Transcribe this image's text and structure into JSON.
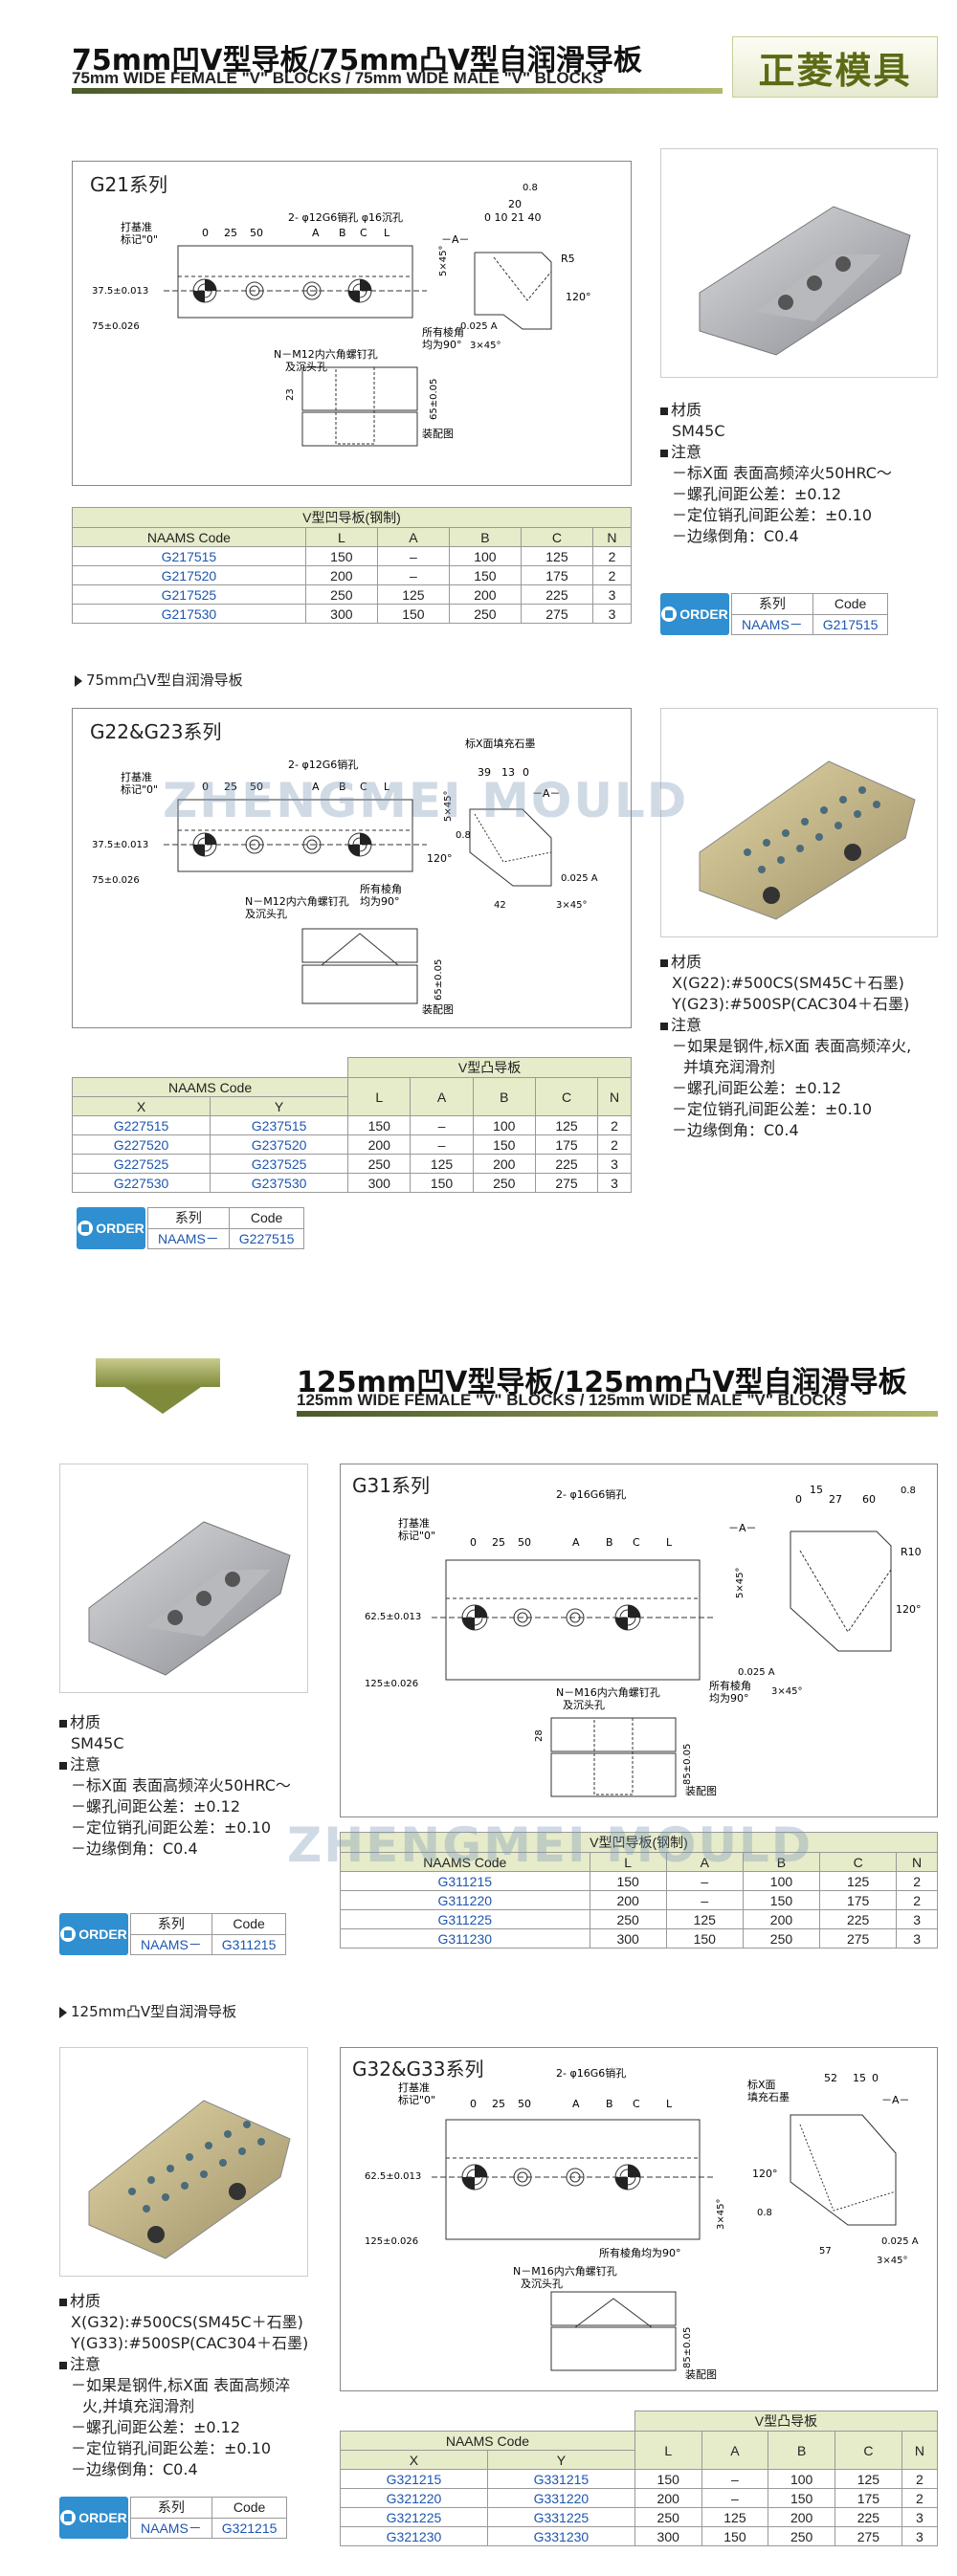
{
  "section1": {
    "title": "75mm凹V型导板/75mm凸V型自润滑导板",
    "subtitle": "75mm WIDE FEMALE \"V\" BLOCKS / 75mm WIDE MALE \"V\" BLOCKS",
    "brand": "正菱模具"
  },
  "g21": {
    "series": "G21系列",
    "labels": {
      "datum": "打基准",
      "datum2": "标记\"0\"",
      "pin": "2- φ12G6销孔 φ16沉孔",
      "screw": "N－M12内六角螺钉孔",
      "screw2": "及沉头孔",
      "edge": "所有棱角",
      "edge2": "均为90°",
      "assembly": "装配图",
      "d1": "37.5±0.013",
      "d2": "75±0.026",
      "d0": "0",
      "d25": "25",
      "d50": "50",
      "dA": "A",
      "dB": "B",
      "dC": "C",
      "dL": "L",
      "top_dims": "20",
      "top_dims2": "0 10 21 40",
      "refA": "－A－",
      "r5": "R5",
      "a120": "120°",
      "tol": "0.025 A",
      "cham": "3×45°",
      "cham5": "5×45°",
      "h23": "23",
      "h65": "65±0.05",
      "ra": "0.8"
    },
    "material_label": "材质",
    "material": "SM45C",
    "notes_label": "注意",
    "notes": [
      "－标X面 表面高频淬火50HRC～",
      "－螺孔间距公差：±0.12",
      "－定位销孔间距公差：±0.10",
      "－边缘倒角：C0.4"
    ],
    "table_caption": "V型凹导板(钢制)",
    "headers": [
      "NAAMS Code",
      "L",
      "A",
      "B",
      "C",
      "N"
    ],
    "rows": [
      [
        "G217515",
        "150",
        "–",
        "100",
        "125",
        "2"
      ],
      [
        "G217520",
        "200",
        "–",
        "150",
        "175",
        "2"
      ],
      [
        "G217525",
        "250",
        "125",
        "200",
        "225",
        "3"
      ],
      [
        "G217530",
        "300",
        "150",
        "250",
        "275",
        "3"
      ]
    ],
    "order": {
      "badge": "ORDER",
      "col1": "系列",
      "col2": "Code",
      "val1": "NAAMS－",
      "val2": "G217515"
    }
  },
  "g22_head": "75mm凸V型自润滑导板",
  "g22": {
    "series": "G22&G23系列",
    "labels": {
      "datum": "打基准",
      "datum2": "标记\"0\"",
      "pin": "2- φ12G6销孔",
      "screw": "N－M12内六角螺钉孔",
      "screw2": "及沉头孔",
      "edge": "所有棱角",
      "edge2": "均为90°",
      "assembly": "装配图",
      "fill": "标X面填充石墨",
      "d1": "37.5±0.013",
      "d2": "75±0.026",
      "d0": "0",
      "d25": "25",
      "d50": "50",
      "dA": "A",
      "dB": "B",
      "dC": "C",
      "dL": "L",
      "d39": "39",
      "d13": "13",
      "d0b": "0",
      "d42": "42",
      "refA": "－A－",
      "a120": "120°",
      "tol": "0.025 A",
      "cham": "3×45°",
      "cham5": "5×45°",
      "h65": "65±0.05",
      "ra": "0.8"
    },
    "material_label": "材质",
    "material": [
      "X(G22):#500CS(SM45C＋石墨)",
      "Y(G23):#500SP(CAC304＋石墨)"
    ],
    "notes_label": "注意",
    "notes": [
      "－如果是钢件,标X面 表面高频淬火,",
      "并填充润滑剂",
      "－螺孔间距公差：±0.12",
      "－定位销孔间距公差：±0.10",
      "－边缘倒角：C0.4"
    ],
    "table_caption": "V型凸导板",
    "naams": "NAAMS Code",
    "x": "X",
    "y": "Y",
    "headers": [
      "L",
      "A",
      "B",
      "C",
      "N"
    ],
    "rows": [
      [
        "G227515",
        "G237515",
        "150",
        "–",
        "100",
        "125",
        "2"
      ],
      [
        "G227520",
        "G237520",
        "200",
        "–",
        "150",
        "175",
        "2"
      ],
      [
        "G227525",
        "G237525",
        "250",
        "125",
        "200",
        "225",
        "3"
      ],
      [
        "G227530",
        "G237530",
        "300",
        "150",
        "250",
        "275",
        "3"
      ]
    ],
    "order": {
      "badge": "ORDER",
      "col1": "系列",
      "col2": "Code",
      "val1": "NAAMS－",
      "val2": "G227515"
    }
  },
  "section2": {
    "title": "125mm凹V型导板/125mm凸V型自润滑导板",
    "subtitle": "125mm WIDE FEMALE \"V\" BLOCKS / 125mm WIDE MALE \"V\" BLOCKS"
  },
  "g31": {
    "series": "G31系列",
    "labels": {
      "datum": "打基准",
      "datum2": "标记\"0\"",
      "pin": "2- φ16G6销孔",
      "screw": "N－M16内六角螺钉孔",
      "screw2": "及沉头孔",
      "edge": "所有棱角",
      "edge2": "均为90°",
      "assembly": "装配图",
      "d1": "62.5±0.013",
      "d2": "125±0.026",
      "d0": "0",
      "d25": "25",
      "d50": "50",
      "dA": "A",
      "dB": "B",
      "dC": "C",
      "dL": "L",
      "td0": "0",
      "td15": "15",
      "td27": "27",
      "td60": "60",
      "refA": "－A－",
      "r10": "R10",
      "a120": "120°",
      "tol": "0.025 A",
      "cham": "3×45°",
      "cham5": "5×45°",
      "h28": "28",
      "h85": "85±0.05",
      "ra": "0.8"
    },
    "material_label": "材质",
    "material": "SM45C",
    "notes_label": "注意",
    "notes": [
      "－标X面 表面高频淬火50HRC～",
      "－螺孔间距公差：±0.12",
      "－定位销孔间距公差：±0.10",
      "－边缘倒角：C0.4"
    ],
    "table_caption": "V型凹导板(钢制)",
    "headers": [
      "NAAMS Code",
      "L",
      "A",
      "B",
      "C",
      "N"
    ],
    "rows": [
      [
        "G311215",
        "150",
        "–",
        "100",
        "125",
        "2"
      ],
      [
        "G311220",
        "200",
        "–",
        "150",
        "175",
        "2"
      ],
      [
        "G311225",
        "250",
        "125",
        "200",
        "225",
        "3"
      ],
      [
        "G311230",
        "300",
        "150",
        "250",
        "275",
        "3"
      ]
    ],
    "order": {
      "badge": "ORDER",
      "col1": "系列",
      "col2": "Code",
      "val1": "NAAMS－",
      "val2": "G311215"
    }
  },
  "g32_head": "125mm凸V型自润滑导板",
  "g32": {
    "series": "G32&G33系列",
    "labels": {
      "datum": "打基准",
      "datum2": "标记\"0\"",
      "pin": "2- φ16G6销孔",
      "screw": "N－M16内六角螺钉孔",
      "screw2": "及沉头孔",
      "edge": "所有棱角均为90°",
      "assembly": "装配图",
      "fill": "标X面",
      "fill2": "填充石墨",
      "d1": "62.5±0.013",
      "d2": "125±0.026",
      "d0": "0",
      "d25": "25",
      "d50": "50",
      "dA": "A",
      "dB": "B",
      "dC": "C",
      "dL": "L",
      "d52": "52",
      "d15": "15",
      "d0b": "0",
      "d57": "57",
      "refA": "－A－",
      "a120": "120°",
      "tol": "0.025 A",
      "cham": "3×45°",
      "cham5": "3×45°",
      "h85": "85±0.05",
      "ra": "0.8"
    },
    "material_label": "材质",
    "material": [
      "X(G32):#500CS(SM45C＋石墨)",
      "Y(G33):#500SP(CAC304＋石墨)"
    ],
    "notes_label": "注意",
    "notes": [
      "－如果是钢件,标X面 表面高频淬",
      "火,并填充润滑剂",
      "－螺孔间距公差：±0.12",
      "－定位销孔间距公差：±0.10",
      "－边缘倒角：C0.4"
    ],
    "table_caption": "V型凸导板",
    "naams": "NAAMS Code",
    "x": "X",
    "y": "Y",
    "headers": [
      "L",
      "A",
      "B",
      "C",
      "N"
    ],
    "rows": [
      [
        "G321215",
        "G331215",
        "150",
        "–",
        "100",
        "125",
        "2"
      ],
      [
        "G321220",
        "G331220",
        "200",
        "–",
        "150",
        "175",
        "2"
      ],
      [
        "G321225",
        "G331225",
        "250",
        "125",
        "200",
        "225",
        "3"
      ],
      [
        "G321230",
        "G331230",
        "300",
        "150",
        "250",
        "275",
        "3"
      ]
    ],
    "order": {
      "badge": "ORDER",
      "col1": "系列",
      "col2": "Code",
      "val1": "NAAMS－",
      "val2": "G321215"
    }
  },
  "watermark": "ZHENGMEI MOULD",
  "colors": {
    "accent": "#5b6b15",
    "code_blue": "#1d56b0",
    "order_blue": "#2f8fd0",
    "table_header": "#e6ebc9"
  }
}
